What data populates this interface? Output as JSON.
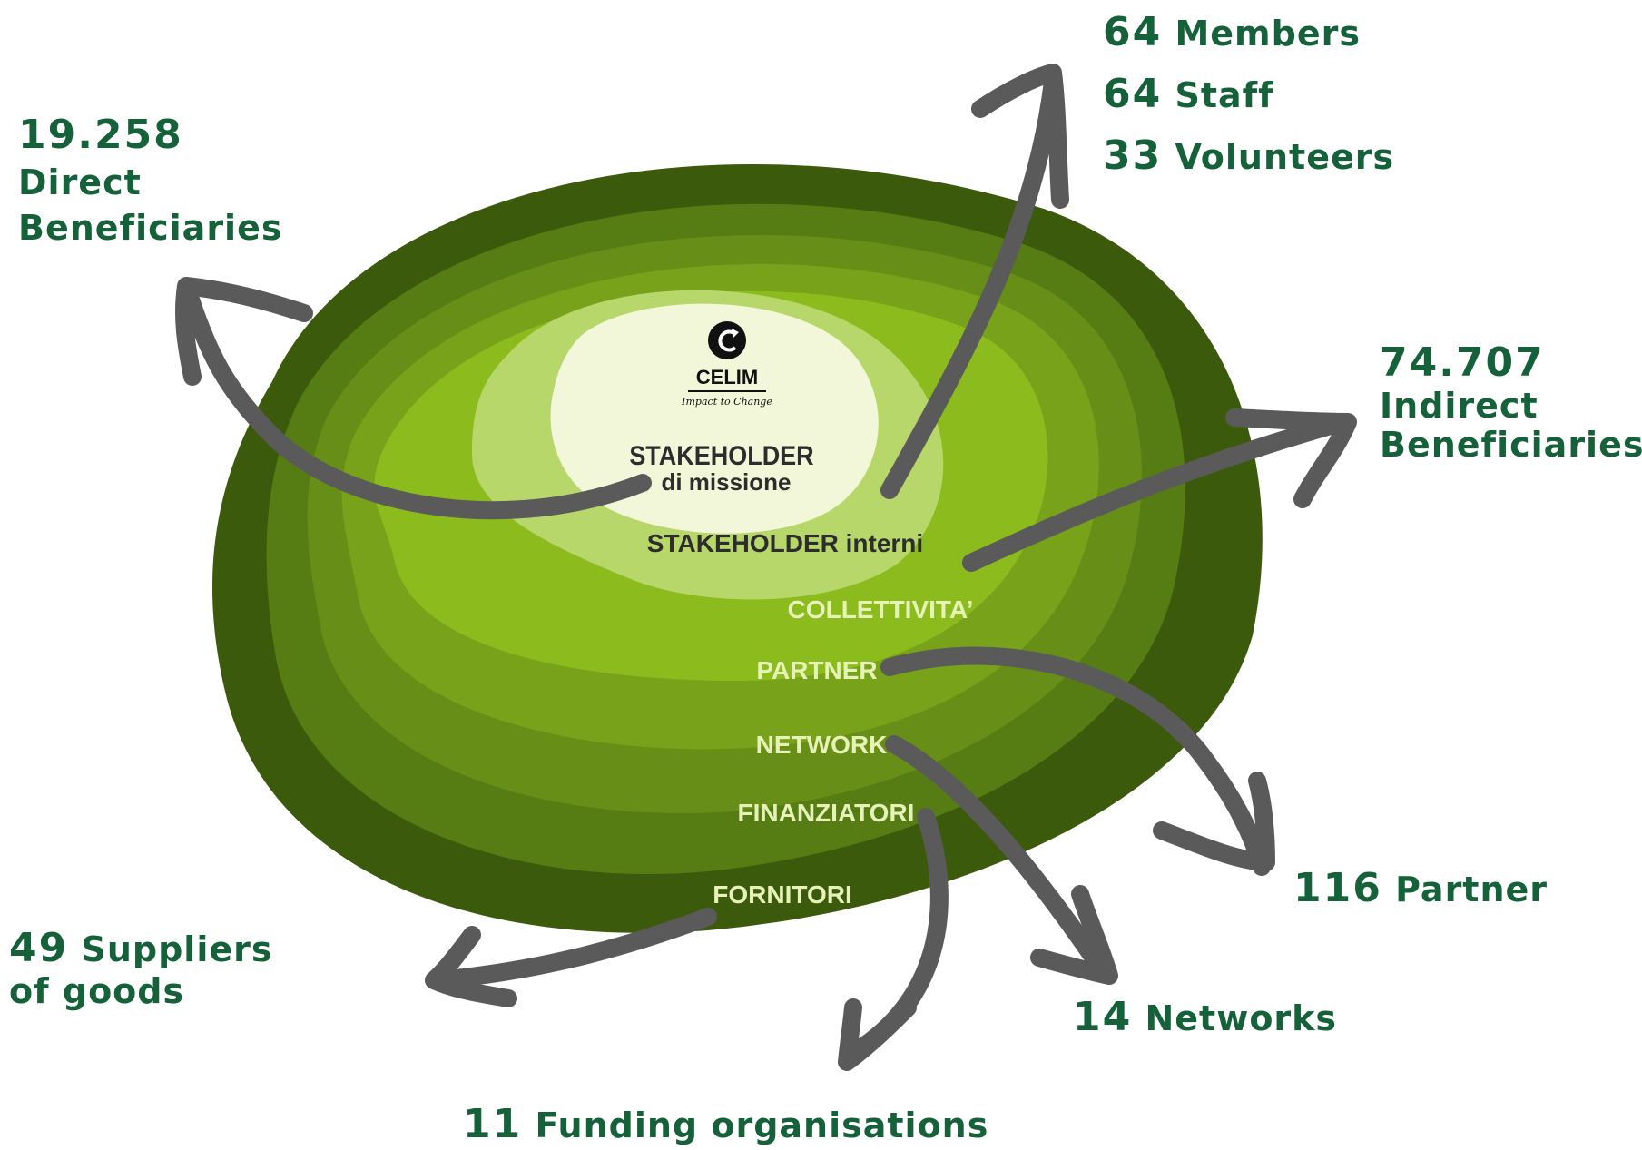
{
  "logo": {
    "name": "CELIM",
    "tagline": "Impact to Change",
    "icon": "circular-arrow-c-icon"
  },
  "rings": [
    {
      "id": "mission",
      "label_line1": "STAKEHOLDER",
      "label_line2": "di missione",
      "color": "#f1f7d8"
    },
    {
      "id": "internal",
      "label": "STAKEHOLDER interni",
      "color": "#b8d76a"
    },
    {
      "id": "community",
      "label": "COLLETTIVITA’",
      "color": "#8cbb1d"
    },
    {
      "id": "partner",
      "label": "PARTNER",
      "color": "#77a21a"
    },
    {
      "id": "network",
      "label": "NETWORK",
      "color": "#678f17"
    },
    {
      "id": "funders",
      "label": "FINANZIATORI",
      "color": "#567d14"
    },
    {
      "id": "suppliers",
      "label": "FORNITORI",
      "color": "#3c5a0c"
    }
  ],
  "stats": {
    "direct": {
      "number": "19.258",
      "line1": "Direct",
      "line2": "Beneficiaries"
    },
    "internal": [
      {
        "number": "64",
        "label": "Members"
      },
      {
        "number": "64",
        "label": "Staff"
      },
      {
        "number": "33",
        "label": "Volunteers"
      }
    ],
    "indirect": {
      "number": "74.707",
      "line1": "Indirect",
      "line2": "Beneficiaries"
    },
    "partner": {
      "number": "116",
      "label": "Partner"
    },
    "networks": {
      "number": "14",
      "label": "Networks"
    },
    "funding": {
      "number": "11",
      "label": "Funding organisations"
    },
    "suppliers": {
      "number": "49",
      "line1": "Suppliers",
      "line2": "of goods"
    }
  },
  "colors": {
    "stat_text": "#15613a",
    "arrow": "#5a5a5a",
    "outer_ring": "#3c5a0c",
    "core": "#f1f7d8"
  }
}
